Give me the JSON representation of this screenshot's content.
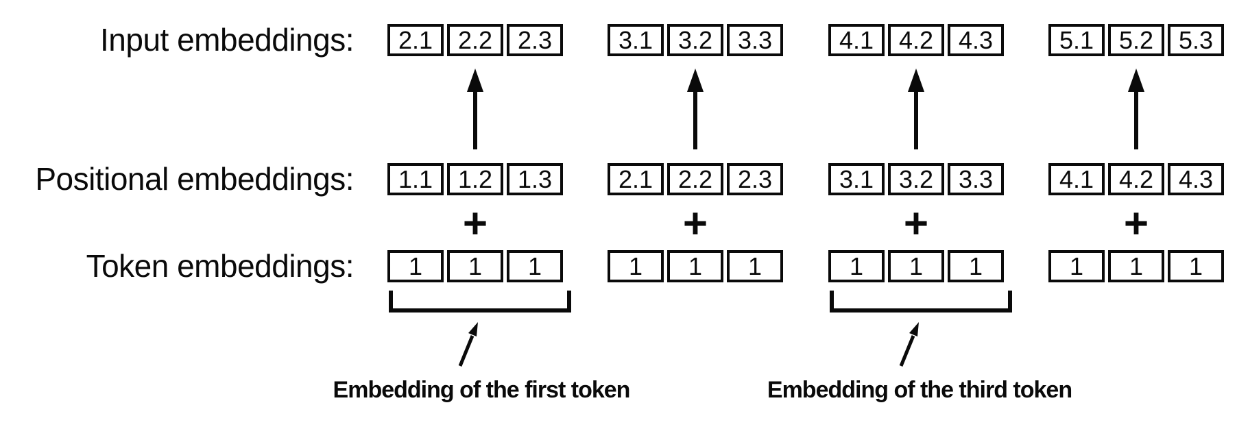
{
  "rows": [
    {
      "label": "Input embeddings:",
      "groups": [
        {
          "cells": [
            "2.1",
            "2.2",
            "2.3"
          ]
        },
        {
          "cells": [
            "3.1",
            "3.2",
            "3.3"
          ]
        },
        {
          "cells": [
            "4.1",
            "4.2",
            "4.3"
          ]
        },
        {
          "cells": [
            "5.1",
            "5.2",
            "5.3"
          ]
        }
      ]
    },
    {
      "label": "Positional embeddings:",
      "groups": [
        {
          "cells": [
            "1.1",
            "1.2",
            "1.3"
          ]
        },
        {
          "cells": [
            "2.1",
            "2.2",
            "2.3"
          ]
        },
        {
          "cells": [
            "3.1",
            "3.2",
            "3.3"
          ]
        },
        {
          "cells": [
            "4.1",
            "4.2",
            "4.3"
          ]
        }
      ]
    },
    {
      "label": "Token embeddings:",
      "groups": [
        {
          "cells": [
            "1",
            "1",
            "1"
          ]
        },
        {
          "cells": [
            "1",
            "1",
            "1"
          ]
        },
        {
          "cells": [
            "1",
            "1",
            "1"
          ]
        },
        {
          "cells": [
            "1",
            "1",
            "1"
          ]
        }
      ]
    }
  ],
  "plus_symbol": "+",
  "annotations": [
    {
      "label": "Embedding of the first token"
    },
    {
      "label": "Embedding of the third token"
    }
  ],
  "colors": {
    "ink": "#0a0a0a",
    "background": "#ffffff"
  }
}
